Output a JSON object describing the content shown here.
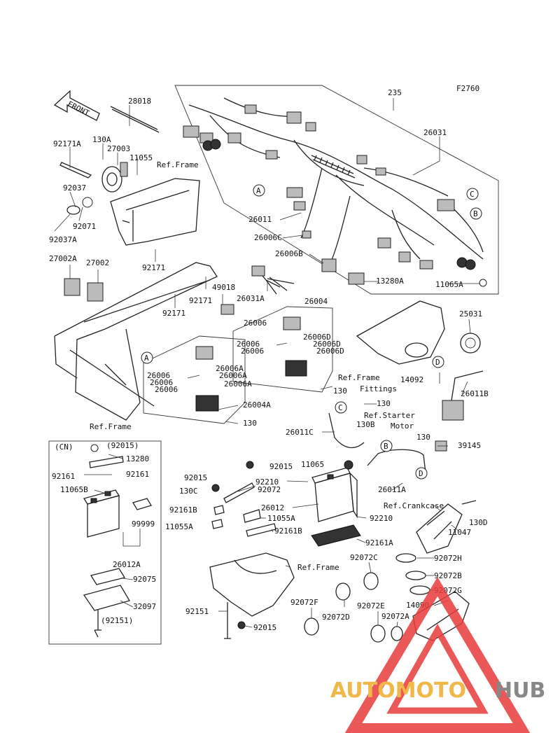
{
  "figure_code": "F2760",
  "front_arrow_label": "FRONT",
  "section_cn_label": "(CN)",
  "watermark": {
    "text_a": "AUTOMOTO",
    "text_b": "HUB",
    "color_a": "#f0b848",
    "color_b": "#888888",
    "triangle_color": "#e63b3b"
  },
  "callouts": [
    "A",
    "C",
    "B",
    "A",
    "C",
    "B",
    "D",
    "D"
  ],
  "labels": [
    "235",
    "26031",
    "28018",
    "92171A",
    "130A",
    "27003",
    "11055",
    "Ref.Frame",
    "92037",
    "92071",
    "92037A",
    "92171",
    "27002A",
    "27002",
    "92171",
    "92171",
    "49018",
    "26031A",
    "26004",
    "26011",
    "26006C",
    "26006B",
    "13280A",
    "11065A",
    "25031",
    "26006",
    "26006D",
    "26006",
    "26006D",
    "26006",
    "26006D",
    "26006",
    "26006A",
    "26006",
    "26006A",
    "26006",
    "26006A",
    "26004A",
    "130",
    "130",
    "Ref.Frame",
    "Ref.Frame",
    "Fittings",
    "14092",
    "26011B",
    "130",
    "Ref.Starter",
    "Motor",
    "26011C",
    "130B",
    "130",
    "39145",
    "(92015)",
    "13280",
    "92161",
    "92161",
    "11065B",
    "99999",
    "26012A",
    "92075",
    "32097",
    "(92151)",
    "92015",
    "92015",
    "92072",
    "92210",
    "11065",
    "130C",
    "92161B",
    "11055A",
    "11055A",
    "92161B",
    "26012",
    "92210",
    "92161A",
    "26011A",
    "Ref.Crankcase",
    "130D",
    "11047",
    "Ref.Frame",
    "92072C",
    "92072H",
    "92072B",
    "92072G",
    "14090",
    "92072F",
    "92072D",
    "92072E",
    "92072A",
    "92151",
    "92015"
  ]
}
